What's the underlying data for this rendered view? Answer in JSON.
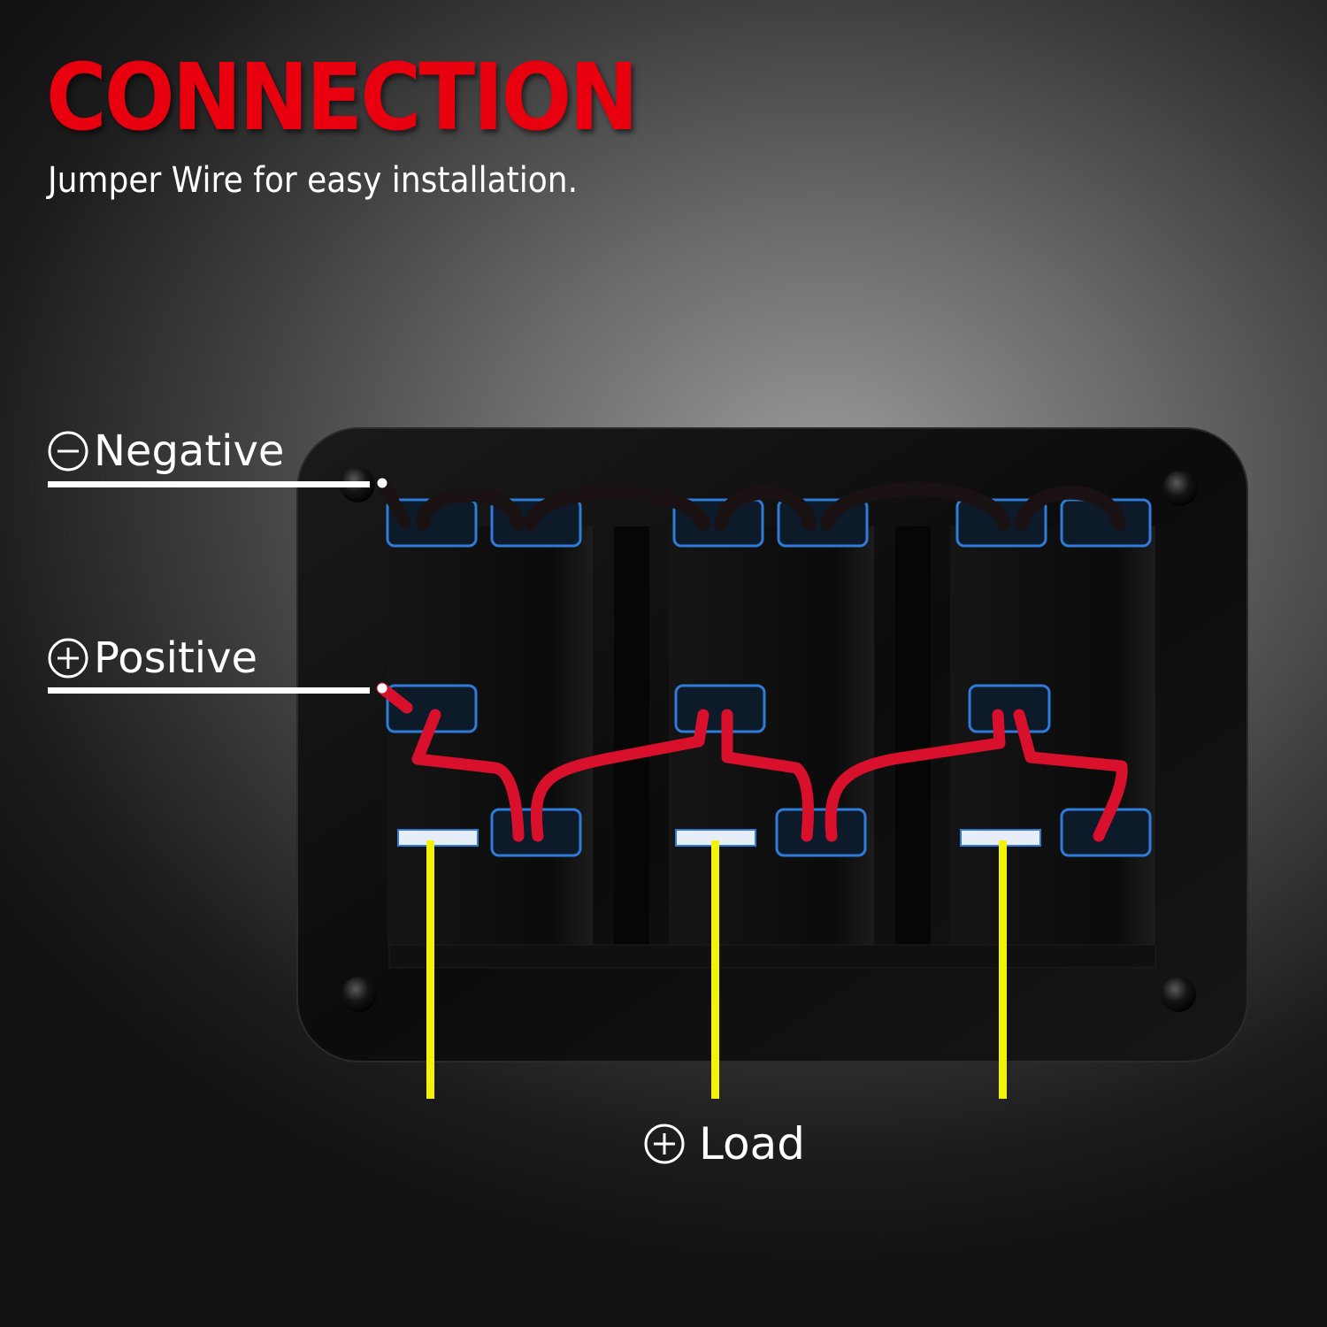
{
  "header": {
    "title": "CONNECTION",
    "subtitle": "Jumper Wire for easy installation."
  },
  "labels": {
    "negative": "Negative",
    "positive": "Positive",
    "load": "Load"
  },
  "icons": {
    "negative_symbol": "minus-circle-icon",
    "positive_symbol": "plus-circle-icon"
  },
  "colors": {
    "title": "#e8000e",
    "panel": "#0e0e0e",
    "positive_wire": "#d8102c",
    "negative_wire": "#1a1212",
    "load_line": "#f2f20a",
    "terminal_glow": "#2e7bd8"
  },
  "panel": {
    "switch_count": 3
  }
}
